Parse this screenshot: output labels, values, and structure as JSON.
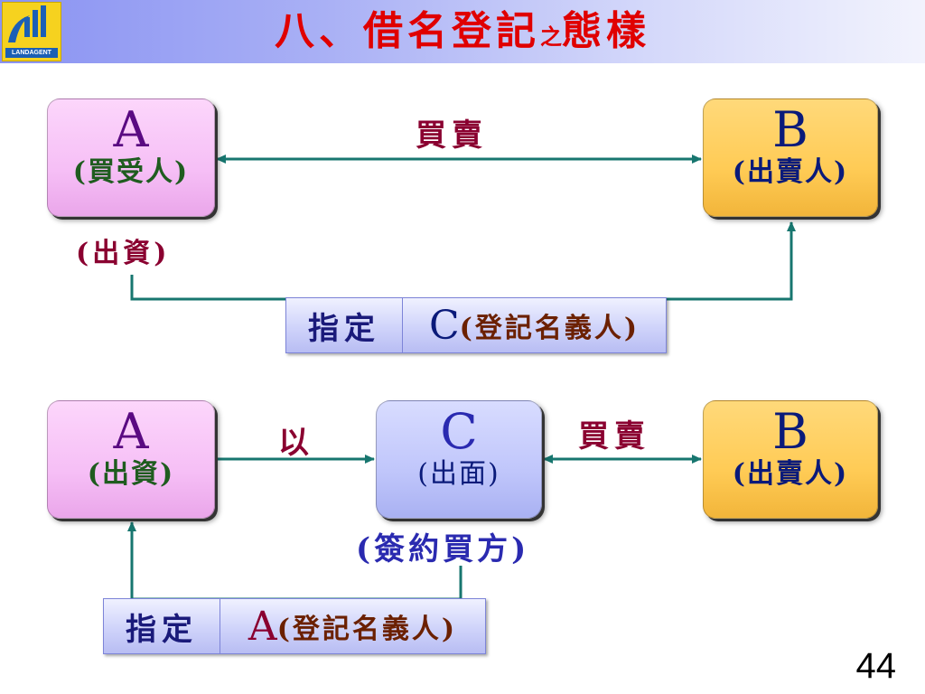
{
  "title": {
    "main": "八、借名登記",
    "small": "之",
    "end": "態樣"
  },
  "logo": {
    "text": "LANDAGENT"
  },
  "upper": {
    "box_a": {
      "letter": "A",
      "role": "(買受人)"
    },
    "box_a_note": "(出資)",
    "box_b": {
      "letter": "B",
      "role": "(出賣人)"
    },
    "trade_label": "買賣",
    "tag": {
      "left": "指定",
      "letter": "C",
      "rest": "(登記名義人)"
    }
  },
  "lower": {
    "box_a": {
      "letter": "A",
      "role": "(出資)"
    },
    "box_c": {
      "letter": "C",
      "role": "(出面)"
    },
    "box_c_note": "(簽約買方)",
    "box_b": {
      "letter": "B",
      "role": "(出賣人)"
    },
    "via_label": "以",
    "trade_label": "買賣",
    "tag": {
      "left": "指定",
      "letter": "A",
      "rest": "(登記名義人)"
    }
  },
  "page_number": "44",
  "colors": {
    "arrow": "#17766f",
    "title": "#e00000"
  }
}
